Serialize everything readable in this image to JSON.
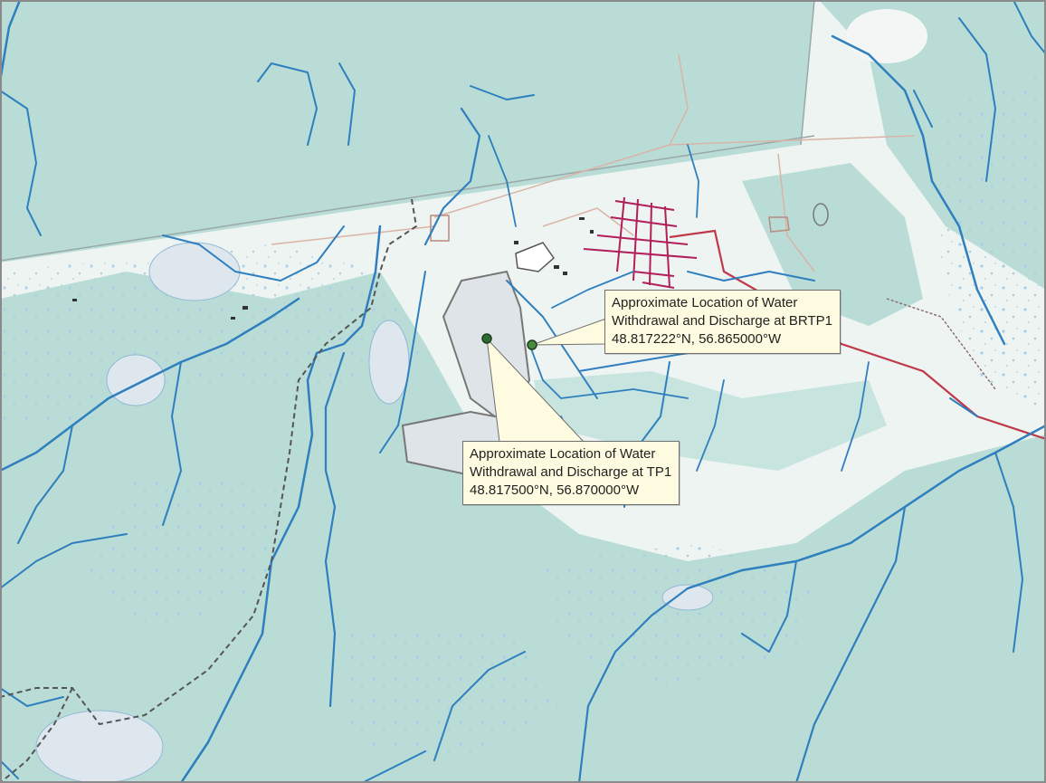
{
  "map": {
    "colors": {
      "forest": "#b9ddd6",
      "open_land": "#eef4f2",
      "water_body": "#dfe7ee",
      "river": "#2f7fbf",
      "road": "#d9b4a6",
      "highway": "#c0394a",
      "town_streets": "#b21f5a",
      "boundary": "#555555",
      "marker": "#2e6b2f"
    },
    "callouts": [
      {
        "id": "BRTP1",
        "line1": "Approximate Location of Water",
        "line2": "Withdrawal and Discharge at BRTP1",
        "line3": "48.817222°N, 56.865000°W"
      },
      {
        "id": "TP1",
        "line1": "Approximate Location of Water",
        "line2": "Withdrawal and Discharge at TP1",
        "line3": "48.817500°N, 56.870000°W"
      }
    ]
  }
}
